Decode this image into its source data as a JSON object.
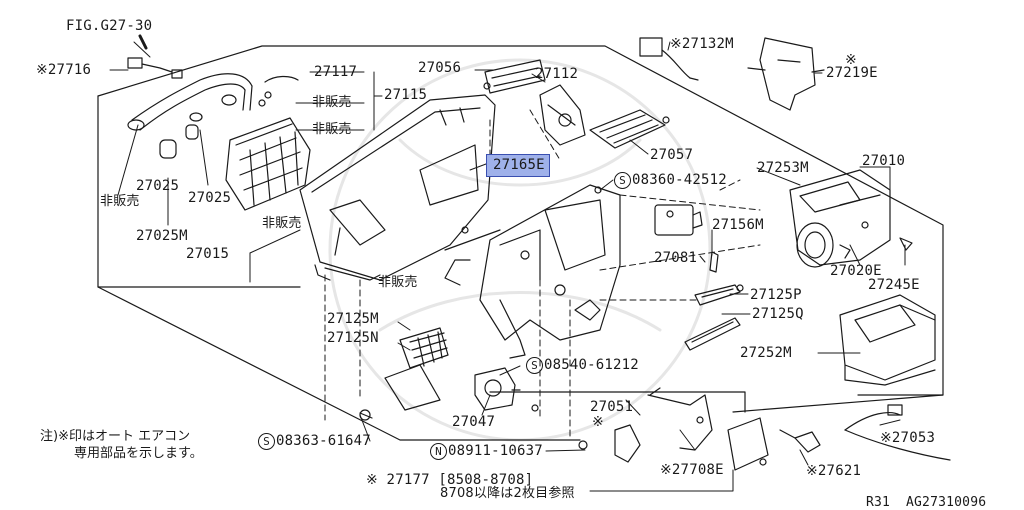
{
  "fig_ref": "FIG.G27-30",
  "labels": {
    "p27716": "※27716",
    "p27117": "27117",
    "p27115": "27115",
    "hibanbai_1": "非販売",
    "hibanbai_2": "非販売",
    "hibanbai_3": "非販売",
    "hibanbai_4": "非販売",
    "hibanbai_5": "非販売",
    "p27056": "27056",
    "p27112": "27112",
    "p27132m": "※27132M",
    "p27219e_mark": "※",
    "p27219e": "27219E",
    "p27165e": "27165E",
    "p27057": "27057",
    "s08360_num": "08360-42512",
    "p27253m": "27253M",
    "p27010": "27010",
    "p27025_a": "27025",
    "p27025_b": "27025",
    "p27025m": "27025M",
    "p27015": "27015",
    "p27156m": "27156M",
    "p27081": "27081",
    "p27020e": "27020E",
    "p27245e": "27245E",
    "p27125p": "27125P",
    "p27125q": "27125Q",
    "p27125m": "27125M",
    "p27125n": "27125N",
    "s08540_num": "08540-61212",
    "p27252m": "27252M",
    "p27047": "27047",
    "p27051": "27051",
    "p27051_mark": "※",
    "p27708e": "※27708E",
    "p27053": "※27053",
    "s08363_num": "08363-61647",
    "n08911_num": "08911-10637",
    "p27621": "※27621",
    "p27177": "※ 27177 [8508-8708]",
    "p27177_sub": "8708以降は2枚目参照"
  },
  "symbols": {
    "s": "S",
    "n": "N"
  },
  "note": {
    "line1": "注)※印はオート エアコン",
    "line2": "専用部品を示します。"
  },
  "footer": {
    "model": "R31",
    "code": "AG27310096"
  },
  "colors": {
    "ink": "#1a1a1a",
    "highlight": "#9fb1ea"
  }
}
